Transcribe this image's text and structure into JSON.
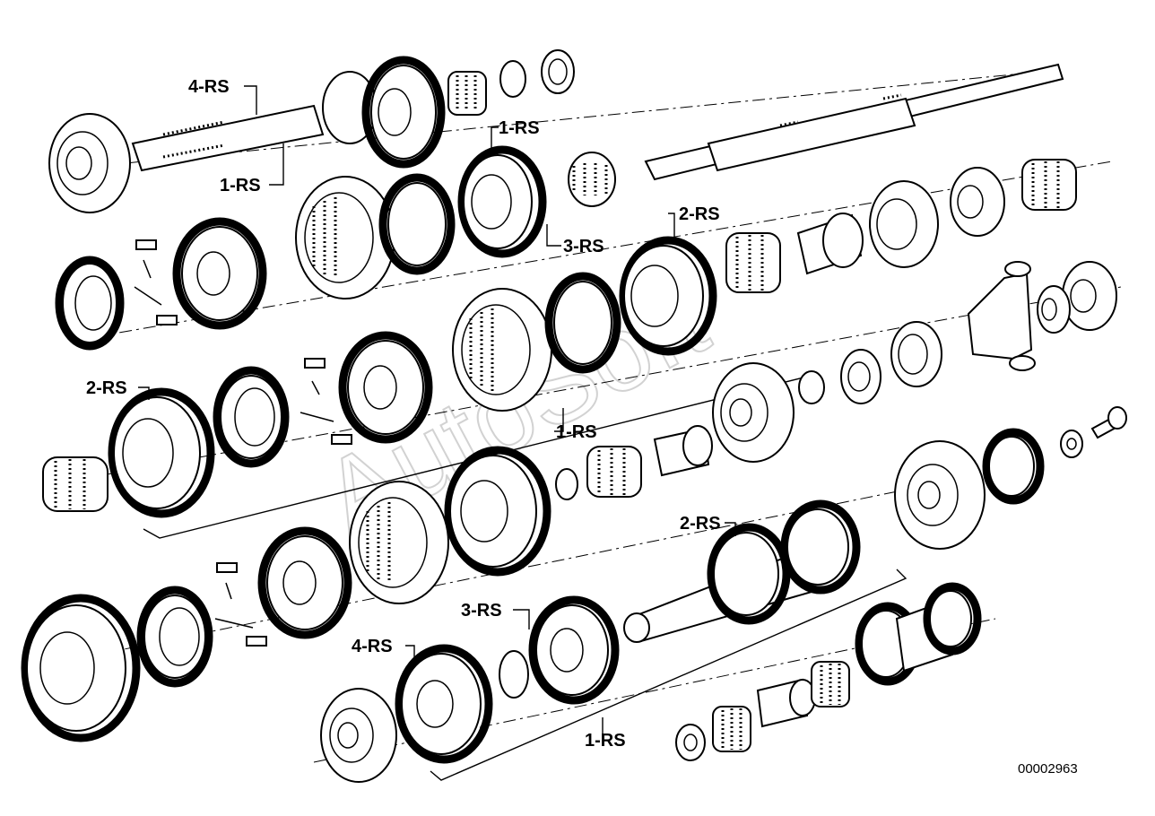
{
  "diagram": {
    "labels": {
      "l1": "4-RS",
      "l2": "1-RS",
      "l3": "1-RS",
      "l4": "3-RS",
      "l5": "2-RS",
      "l6": "2-RS",
      "l7": "1-RS",
      "l8": "2-RS",
      "l9": "3-RS",
      "l10": "4-RS",
      "l11": "1-RS"
    },
    "part_number": "00002963",
    "watermark": "AutoSoft"
  }
}
